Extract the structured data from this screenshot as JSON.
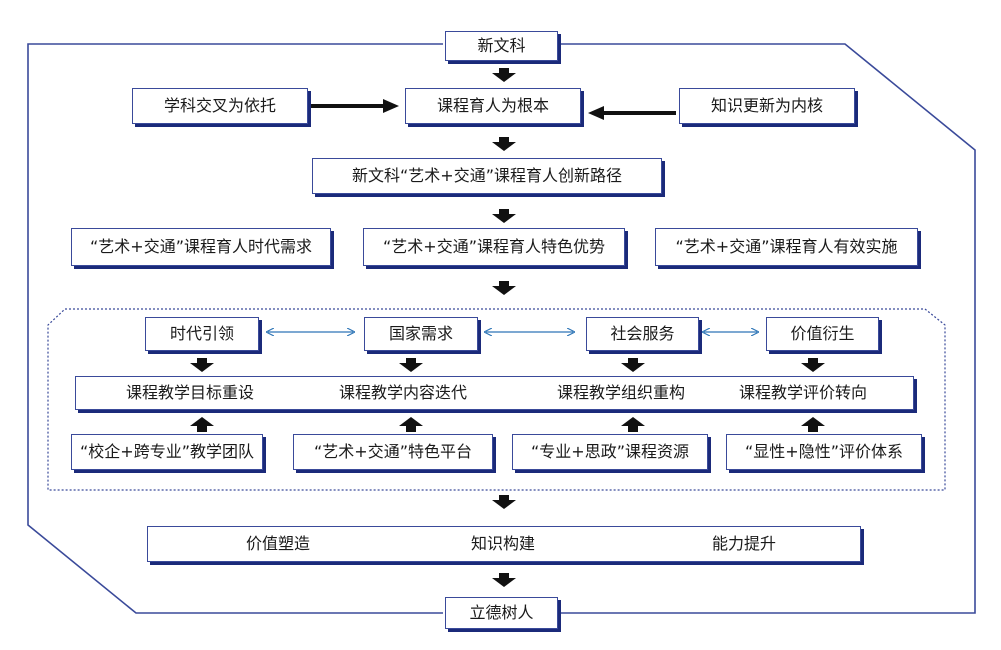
{
  "nodes": {
    "top": "新文科",
    "left_support": "学科交叉为依托",
    "core": "课程育人为根本",
    "right_support": "知识更新为内核",
    "path": "新文科“艺术+交通”课程育人创新路径",
    "demand": "“艺术+交通”课程育人时代需求",
    "advantage": "“艺术+交通”课程育人特色优势",
    "implementation": "“艺术+交通”课程育人有效实施",
    "leader": "时代引领",
    "national": "国家需求",
    "social": "社会服务",
    "value": "价值衍生",
    "goal": "课程教学目标重设",
    "content": "课程教学内容迭代",
    "organization": "课程教学组织重构",
    "evaluation": "课程教学评价转向",
    "team": "“校企+跨专业”教学团队",
    "platform": "“艺术+交通”特色平台",
    "resources": "“专业+思政”课程资源",
    "system": "“显性+隐性”评价体系",
    "shaping": "价值塑造",
    "knowledge": "知识构建",
    "ability": "能力提升",
    "bottom": "立德树人"
  },
  "colors": {
    "border": "#3a4a9a",
    "shadow": "#1b2a7a",
    "arrow": "#111111",
    "link": "#2e75b6"
  }
}
